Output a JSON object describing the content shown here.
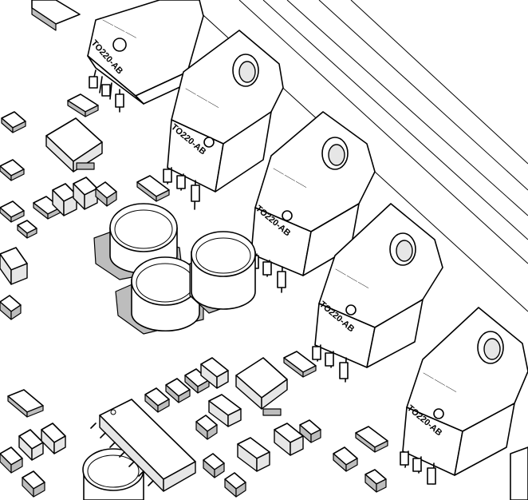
{
  "drawing": {
    "package_labels": [
      "TO220-AB",
      "TO220-AB",
      "TO220-AB",
      "TO220-AB",
      "TO220-AB"
    ],
    "tab_marking": "——— ——— ———",
    "colors": {
      "line": "#000000",
      "background": "#ffffff",
      "shade": "#bdbdbd",
      "light": "#e6e6e6"
    }
  }
}
